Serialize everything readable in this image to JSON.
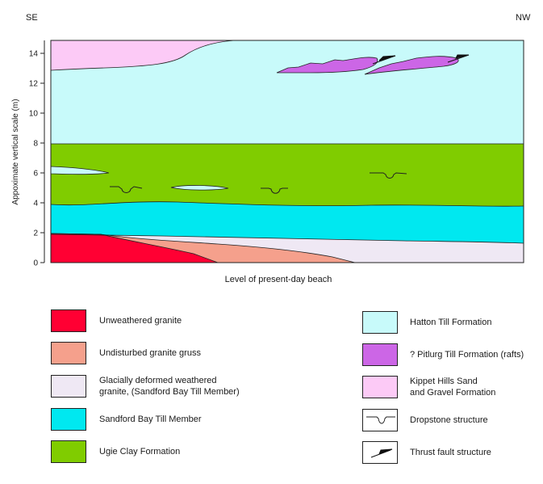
{
  "diagram": {
    "left_label": "SE",
    "right_label": "NW",
    "y_axis_label": "Appoximate vertical scale (m)",
    "y_ticks": [
      "0",
      "2",
      "4",
      "6",
      "8",
      "10",
      "12",
      "14"
    ],
    "x_axis_label": "Level of present-day beach"
  },
  "legend": {
    "left": [
      {
        "label": "Unweathered granite",
        "color": "#ff0033"
      },
      {
        "label": "Undisturbed granite gruss",
        "color": "#f5a08c"
      },
      {
        "label": "Glacially deformed weathered\ngranite, (Sandford Bay Till Member)",
        "color": "#efe8f4"
      },
      {
        "label": "Sandford Bay Till Member",
        "color": "#00e8f0"
      },
      {
        "label": "Ugie Clay Formation",
        "color": "#80cc00"
      }
    ],
    "right": [
      {
        "label": "Hatton Till Formation",
        "color": "#c8fafa"
      },
      {
        "label": "? Pitlurg Till Formation (rafts)",
        "color": "#cc66e6"
      },
      {
        "label": "Kippet Hills Sand\nand Gravel Formation",
        "color": "#fccaf6"
      },
      {
        "label": "Dropstone structure",
        "color": "#ffffff",
        "icon": "dropstone-icon"
      },
      {
        "label": "Thrust fault structure",
        "color": "#ffffff",
        "icon": "thrust-fault-icon"
      }
    ]
  }
}
